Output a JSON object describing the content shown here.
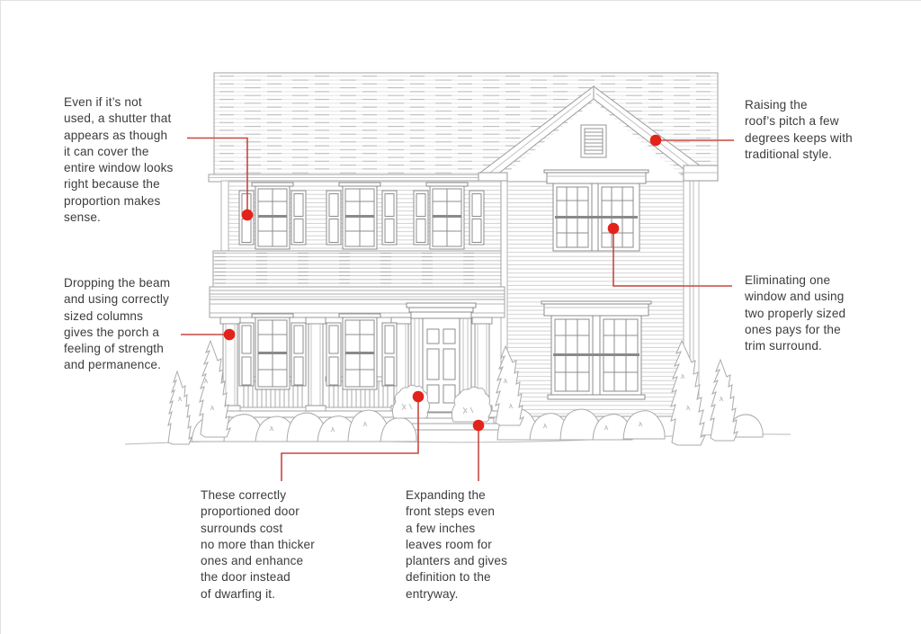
{
  "figure": {
    "type": "annotated house elevation diagram",
    "subject": "two-story colonial house front elevation with design callouts"
  },
  "annotations": [
    {
      "id": "shutter-proportion",
      "text": "Even if it’s not\nused, a shutter that\nappears as though\nit can cover the\nentire window looks\nright because the\nproportion makes\nsense."
    },
    {
      "id": "porch-columns",
      "text": "Dropping the beam\nand using correctly\nsized columns\ngives the porch a\nfeeling of strength\nand permanence."
    },
    {
      "id": "door-surround",
      "text": "These correctly\nproportioned door\nsurrounds cost\nno more than thicker\nones and enhance\nthe door instead\nof dwarfing it."
    },
    {
      "id": "front-steps",
      "text": "Expanding the\nfront steps even\na few inches\nleaves room for\nplanters and gives\ndefinition to the\nentryway."
    },
    {
      "id": "roof-pitch",
      "text": "Raising the\nroof’s pitch a few\ndegrees keeps with\ntraditional style."
    },
    {
      "id": "window-sizing",
      "text": "Eliminating one\nwindow and using\ntwo properly sized\nones pays for the\ntrim surround."
    }
  ],
  "colors": {
    "callout_dot": "#e2231a",
    "leader_line": "#c6493f",
    "annotation_text": "#3c3c3c",
    "line_art": "#9f9f9f"
  }
}
